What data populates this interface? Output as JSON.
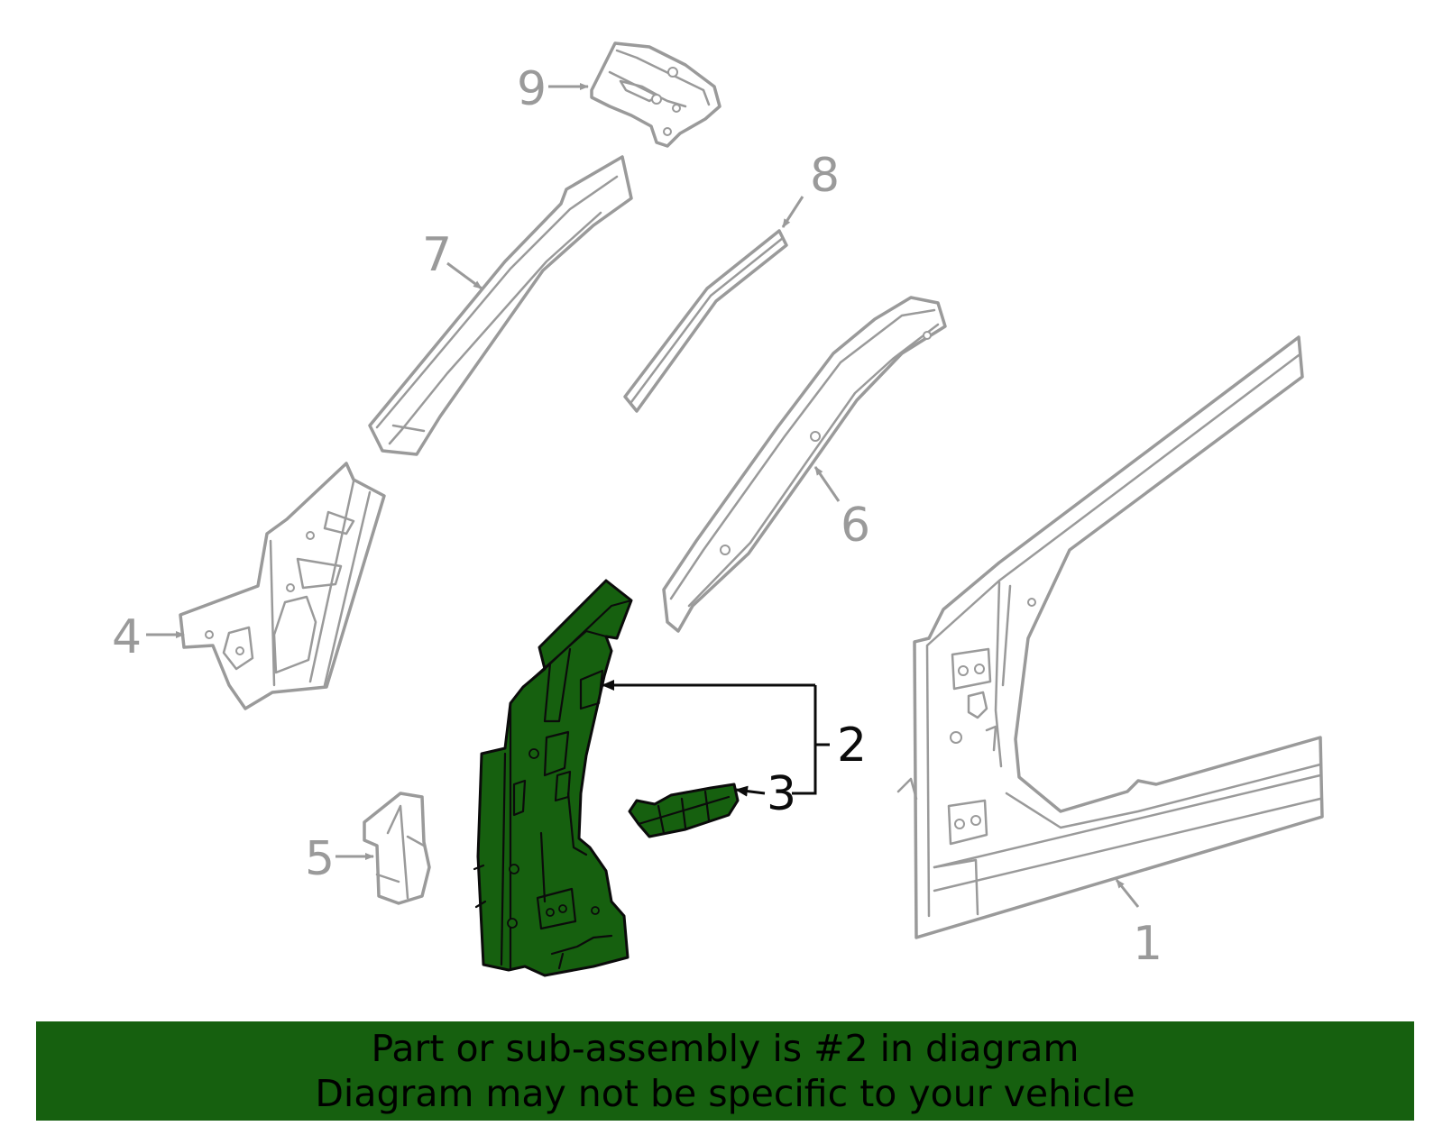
{
  "callouts": {
    "c1": "1",
    "c2": "2",
    "c3": "3",
    "c4": "4",
    "c5": "5",
    "c6": "6",
    "c7": "7",
    "c8": "8",
    "c9": "9"
  },
  "highlight": {
    "part_number": "2",
    "fill_color": "#16600f",
    "outline_color": "#0b0b0b"
  },
  "part_line_color": "#9a9a9a",
  "banner": {
    "line1": "Part or sub-assembly is #2 in diagram",
    "line2": "Diagram may not be specific to your vehicle",
    "background": "#16600f"
  }
}
